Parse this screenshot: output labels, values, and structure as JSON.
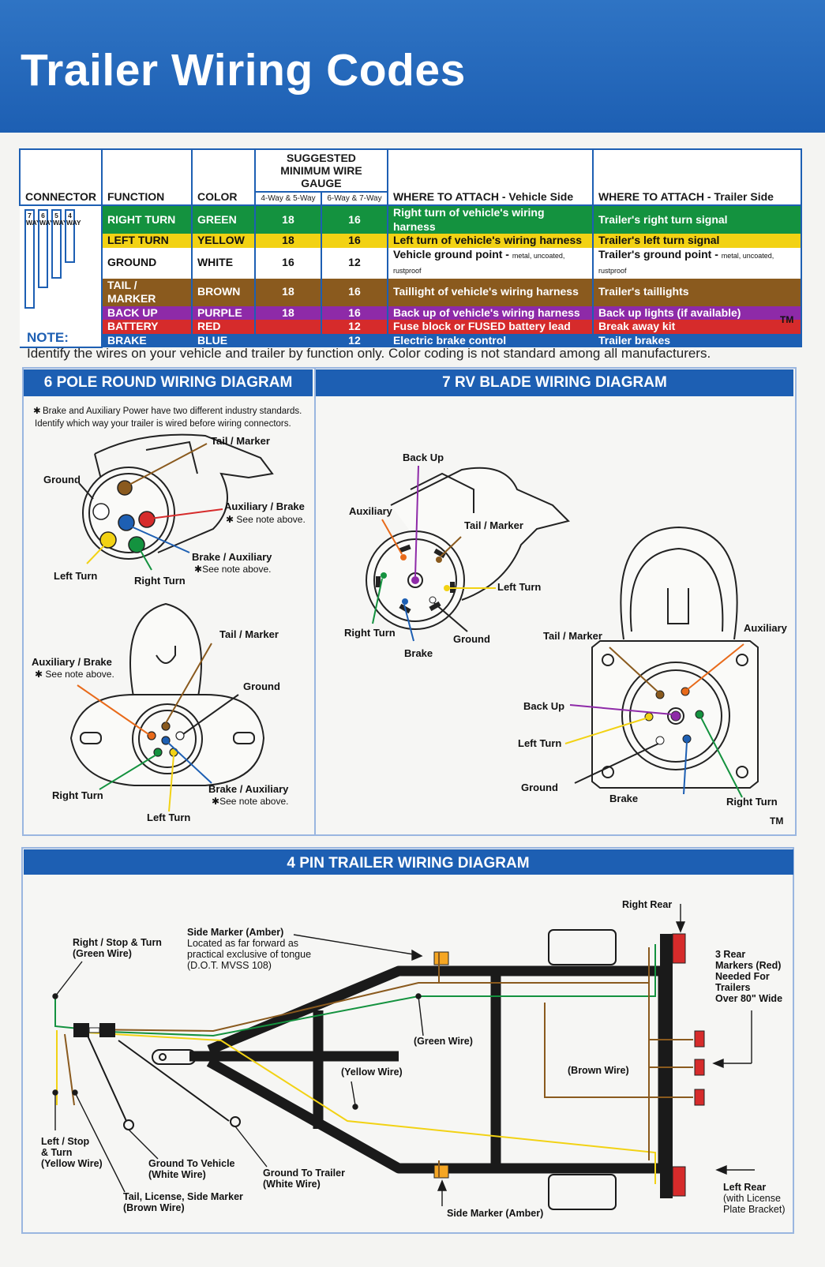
{
  "title": "Trailer Wiring Codes",
  "table": {
    "headers": {
      "connector": "CONNECTOR",
      "function": "FUNCTION",
      "color": "COLOR",
      "gauge_title": "SUGGESTED MINIMUM WIRE GAUGE",
      "gauge_4": "4-Way & 5-Way",
      "gauge_6": "6-Way & 7-Way",
      "vehicle": "WHERE TO ATTACH - Vehicle Side",
      "trailer": "WHERE TO ATTACH - Trailer Side"
    },
    "connector_labels": [
      "7 WAY",
      "6 WAY",
      "5 WAY",
      "4 WAY"
    ],
    "rows": [
      {
        "function": "RIGHT TURN",
        "color": "GREEN",
        "g4": "18",
        "g6": "16",
        "vehicle": "Right turn of vehicle's wiring harness",
        "vehicle_small": "",
        "trailer": "Trailer's right turn signal",
        "trailer_small": "",
        "bg": "#14923f"
      },
      {
        "function": "LEFT TURN",
        "color": "YELLOW",
        "g4": "18",
        "g6": "16",
        "vehicle": "Left turn of vehicle's wiring harness",
        "vehicle_small": "",
        "trailer": "Trailer's left turn signal",
        "trailer_small": "",
        "bg": "#f2d214"
      },
      {
        "function": "GROUND",
        "color": "WHITE",
        "g4": "16",
        "g6": "12",
        "vehicle": "Vehicle ground point - ",
        "vehicle_small": "metal, uncoated, rustproof",
        "trailer": "Trailer's ground point - ",
        "trailer_small": "metal, uncoated, rustproof",
        "bg": "#ffffff"
      },
      {
        "function": "TAIL / MARKER",
        "color": "BROWN",
        "g4": "18",
        "g6": "16",
        "vehicle": "Taillight of vehicle's wiring harness",
        "vehicle_small": "",
        "trailer": "Trailer's taillights",
        "trailer_small": "",
        "bg": "#8a5a1e"
      },
      {
        "function": "BACK UP",
        "color": "PURPLE",
        "g4": "18",
        "g6": "16",
        "vehicle": "Back up of vehicle's wiring harness",
        "vehicle_small": "",
        "trailer": "Back up lights (if available)",
        "trailer_small": "",
        "bg": "#8e2aa8"
      },
      {
        "function": "BATTERY",
        "color": "RED",
        "g4": "",
        "g6": "12",
        "vehicle": "Fuse block or FUSED battery lead",
        "vehicle_small": "",
        "trailer": "Break away kit",
        "trailer_small": "",
        "bg": "#d62b2b"
      },
      {
        "function": "BRAKE",
        "color": "BLUE",
        "g4": "",
        "g6": "12",
        "vehicle": "Electric brake control",
        "vehicle_small": "",
        "trailer": "Trailer brakes",
        "trailer_small": "",
        "bg": "#1d5fb3"
      }
    ],
    "tm": "TM"
  },
  "note": {
    "label": "NOTE:",
    "text": "Identify the wires on your vehicle and trailer by function only. Color coding is not standard among all manufacturers."
  },
  "six_pole": {
    "heading": "6 POLE ROUND WIRING DIAGRAM",
    "note_line1": "Brake and Auxiliary Power have two different industry standards.",
    "note_line2": "Identify which way your trailer is wired before wiring connectors.",
    "top_labels": {
      "tail": "Tail / Marker",
      "ground": "Ground",
      "aux_brake": "Auxiliary / Brake",
      "aux_note": "See note above.",
      "brake_aux": "Brake / Auxiliary",
      "brake_note": "See note above.",
      "left": "Left Turn",
      "right": "Right Turn"
    },
    "bottom_labels": {
      "tail": "Tail / Marker",
      "aux_brake": "Auxiliary / Brake",
      "aux_note": "See note above.",
      "ground": "Ground",
      "right": "Right Turn",
      "brake_aux": "Brake / Auxiliary",
      "brake_note": "See note above.",
      "left": "Left Turn"
    }
  },
  "seven_rv": {
    "heading": "7 RV BLADE WIRING DIAGRAM",
    "top_labels": {
      "back_up": "Back Up",
      "auxiliary": "Auxiliary",
      "tail": "Tail / Marker",
      "left": "Left Turn",
      "right": "Right Turn",
      "ground": "Ground",
      "brake": "Brake"
    },
    "bottom_labels": {
      "tail": "Tail / Marker",
      "auxiliary": "Auxiliary",
      "back_up": "Back Up",
      "left": "Left Turn",
      "ground": "Ground",
      "brake": "Brake",
      "right": "Right Turn"
    },
    "tm": "TM"
  },
  "four_pin": {
    "heading": "4 PIN TRAILER WIRING DIAGRAM",
    "labels": {
      "right_rear": "Right Rear",
      "side_marker_title": "Side Marker (Amber)",
      "side_marker_l1": "Located as far forward as",
      "side_marker_l2": "practical exclusive of tongue",
      "side_marker_l3": "(D.O.T. MVSS 108)",
      "right_stop_l1": "Right / Stop & Turn",
      "right_stop_l2": "(Green Wire)",
      "rear_markers_l1": "3 Rear",
      "rear_markers_l2": "Markers (Red)",
      "rear_markers_l3": "Needed For",
      "rear_markers_l4": "Trailers",
      "rear_markers_l5": "Over 80\" Wide",
      "green_wire": "(Green Wire)",
      "yellow_wire": "(Yellow Wire)",
      "brown_wire": "(Brown Wire)",
      "left_stop_l1": "Left / Stop",
      "left_stop_l2": "& Turn",
      "left_stop_l3": "(Yellow Wire)",
      "ground_vehicle_l1": "Ground To Vehicle",
      "ground_vehicle_l2": "(White Wire)",
      "ground_trailer_l1": "Ground To Trailer",
      "ground_trailer_l2": "(White Wire)",
      "tail_license_l1": "Tail, License, Side Marker",
      "tail_license_l2": "(Brown Wire)",
      "side_marker_bottom": "Side Marker (Amber)",
      "left_rear_l1": "Left Rear",
      "left_rear_l2": "(with License",
      "left_rear_l3": "Plate Bracket)"
    }
  },
  "colors": {
    "green": "#14923f",
    "yellow": "#f2d214",
    "brown": "#8a5a1e",
    "purple": "#8e2aa8",
    "red": "#d62b2b",
    "blue": "#1d5fb3",
    "orange": "#e86a1a"
  }
}
